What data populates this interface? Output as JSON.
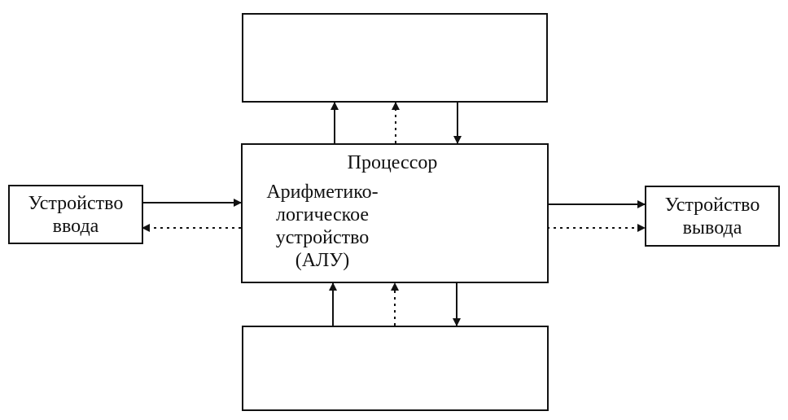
{
  "input_device": {
    "line1": "Устройство",
    "line2": "ввода"
  },
  "output_device": {
    "line1": "Устройство",
    "line2": "вывода"
  },
  "processor": {
    "title": "Процессор",
    "alu": {
      "lines": [
        "Арифметико-",
        "логическое",
        "устройство",
        "(АЛУ)"
      ]
    }
  },
  "top_block": {
    "label": ""
  },
  "bottom_block": {
    "label": ""
  },
  "colors": {
    "stroke": "#111111",
    "background": "#ffffff"
  }
}
